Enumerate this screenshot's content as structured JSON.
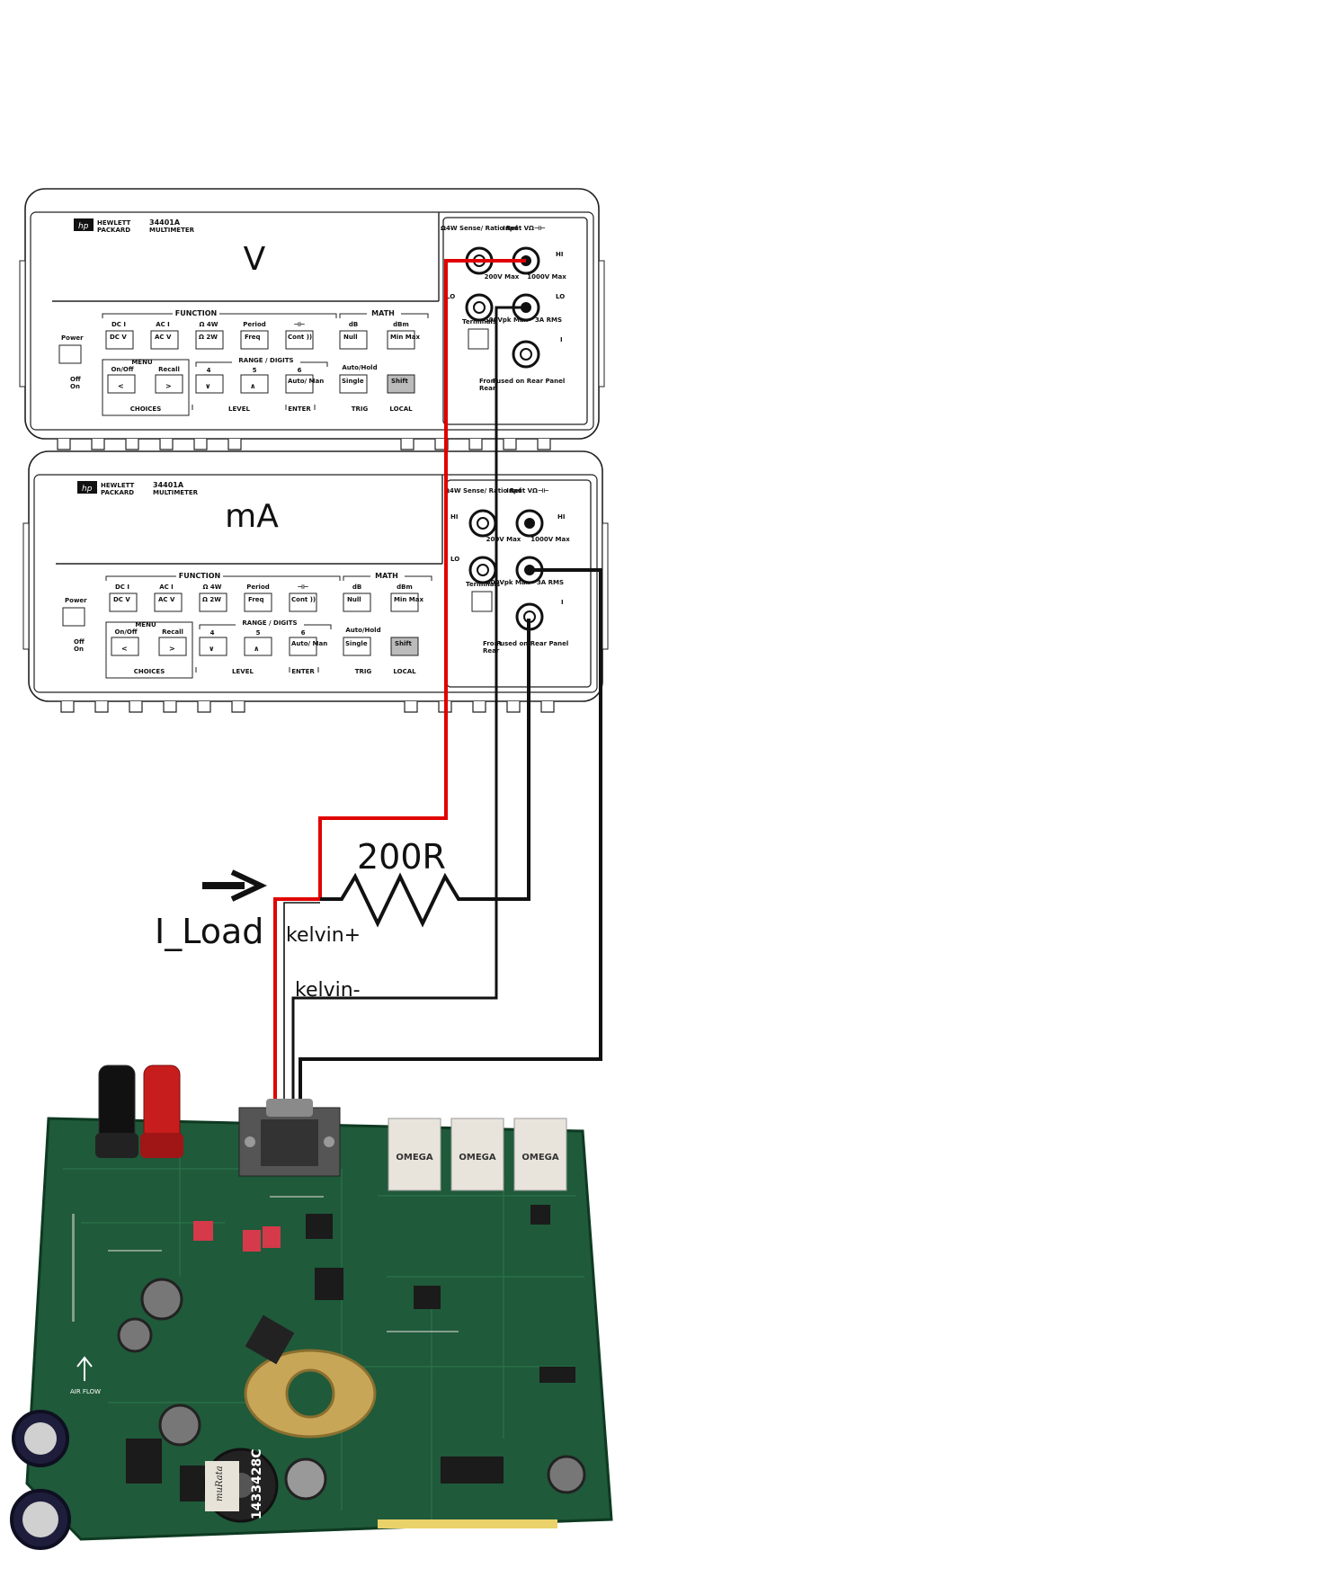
{
  "meters": [
    {
      "brand_line1": "HEWLETT",
      "brand_line2": "PACKARD",
      "model": "34401A",
      "subtitle": "MULTIMETER",
      "display": "V",
      "group_function": "FUNCTION",
      "group_math": "MATH",
      "group_range": "RANGE / DIGITS",
      "group_menu": "MENU",
      "labels_top": [
        "DC I",
        "AC I",
        "Ω 4W",
        "Period",
        "⊣⊢",
        "dB",
        "dBm"
      ],
      "keys_top": [
        "DC V",
        "AC V",
        "Ω 2W",
        "Freq",
        "Cont ))",
        "Null",
        "Min Max"
      ],
      "labels_bottom": [
        "On/Off",
        "Recall",
        "4",
        "5",
        "6",
        "Auto/Hold"
      ],
      "keys_bottom": [
        "<",
        ">",
        "∨",
        "∧",
        "Auto/ Man",
        "Single",
        "Shift"
      ],
      "footer": [
        "CHOICES",
        "LEVEL",
        "ENTER",
        "TRIG",
        "LOCAL"
      ],
      "power": "Power",
      "off": "Off",
      "on": "On",
      "terminals_label": "Terminals",
      "front": "Front",
      "rear": "Rear",
      "sense_label": "Ω4W Sense/ Ratio Ref",
      "input_label": "Input VΩ⊣⊢",
      "hi": "HI",
      "lo": "LO",
      "i_term": "I",
      "max200": "200V Max",
      "max1000": "1000V Max",
      "pk500": "500Vpk Max",
      "rms3a": "3A RMS",
      "fused": "Fused on Rear Panel"
    },
    {
      "brand_line1": "HEWLETT",
      "brand_line2": "PACKARD",
      "model": "34401A",
      "subtitle": "MULTIMETER",
      "display": "mA",
      "group_function": "FUNCTION",
      "group_math": "MATH",
      "group_range": "RANGE / DIGITS",
      "group_menu": "MENU",
      "labels_top": [
        "DC I",
        "AC I",
        "Ω 4W",
        "Period",
        "⊣⊢",
        "dB",
        "dBm"
      ],
      "keys_top": [
        "DC V",
        "AC V",
        "Ω 2W",
        "Freq",
        "Cont ))",
        "Null",
        "Min Max"
      ],
      "labels_bottom": [
        "On/Off",
        "Recall",
        "4",
        "5",
        "6",
        "Auto/Hold"
      ],
      "keys_bottom": [
        "<",
        ">",
        "∨",
        "∧",
        "Auto/ Man",
        "Single",
        "Shift"
      ],
      "footer": [
        "CHOICES",
        "LEVEL",
        "ENTER",
        "TRIG",
        "LOCAL"
      ],
      "power": "Power",
      "off": "Off",
      "on": "On",
      "terminals_label": "Terminals",
      "front": "Front",
      "rear": "Rear",
      "sense_label": "Ω4W Sense/ Ratio Ref",
      "input_label": "Input VΩ⊣⊢",
      "hi": "HI",
      "lo": "LO",
      "i_term": "I",
      "max200": "200V Max",
      "max1000": "1000V Max",
      "pk500": "500Vpk Max",
      "rms3a": "3A RMS",
      "fused": "Fused on Rear Panel"
    }
  ],
  "resistor_label": "200R",
  "current_label": "I_Load",
  "kelvin_plus": "kelvin+",
  "kelvin_minus": "kelvin-",
  "wire_colors": {
    "positive": "#e00000",
    "return": "#000000"
  },
  "board": {
    "bulk_cap_label": "1433428C",
    "inductor_brand": "muRata",
    "airflow": "AIR FLOW",
    "relay_labels": [
      "OMEGA",
      "OMEGA",
      "OMEGA"
    ]
  }
}
